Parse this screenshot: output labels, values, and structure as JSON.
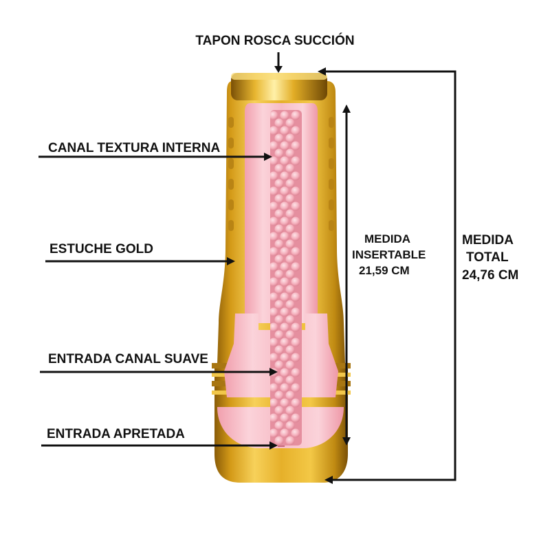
{
  "labels": {
    "top_cap": "TAPON ROSCA SUCCIÓN",
    "inner_canal": "CANAL TEXTURA INTERNA",
    "case": "ESTUCHE GOLD",
    "soft_entry": "ENTRADA CANAL SUAVE",
    "tight_entry": "ENTRADA APRETADA"
  },
  "measure_insertable": {
    "line1": "MEDIDA",
    "line2": "INSERTABLE",
    "value": "21,59 CM"
  },
  "measure_total": {
    "line1": "MEDIDA",
    "line2": "TOTAL",
    "value": "24,76 CM"
  },
  "colors": {
    "gold_light": "#f4c84a",
    "gold_mid": "#d9a21e",
    "gold_dark": "#9c6d0c",
    "pink_light": "#fbd2d8",
    "pink_mid": "#f3a9b6",
    "pink_dark": "#d9808f",
    "ink": "#111111"
  }
}
